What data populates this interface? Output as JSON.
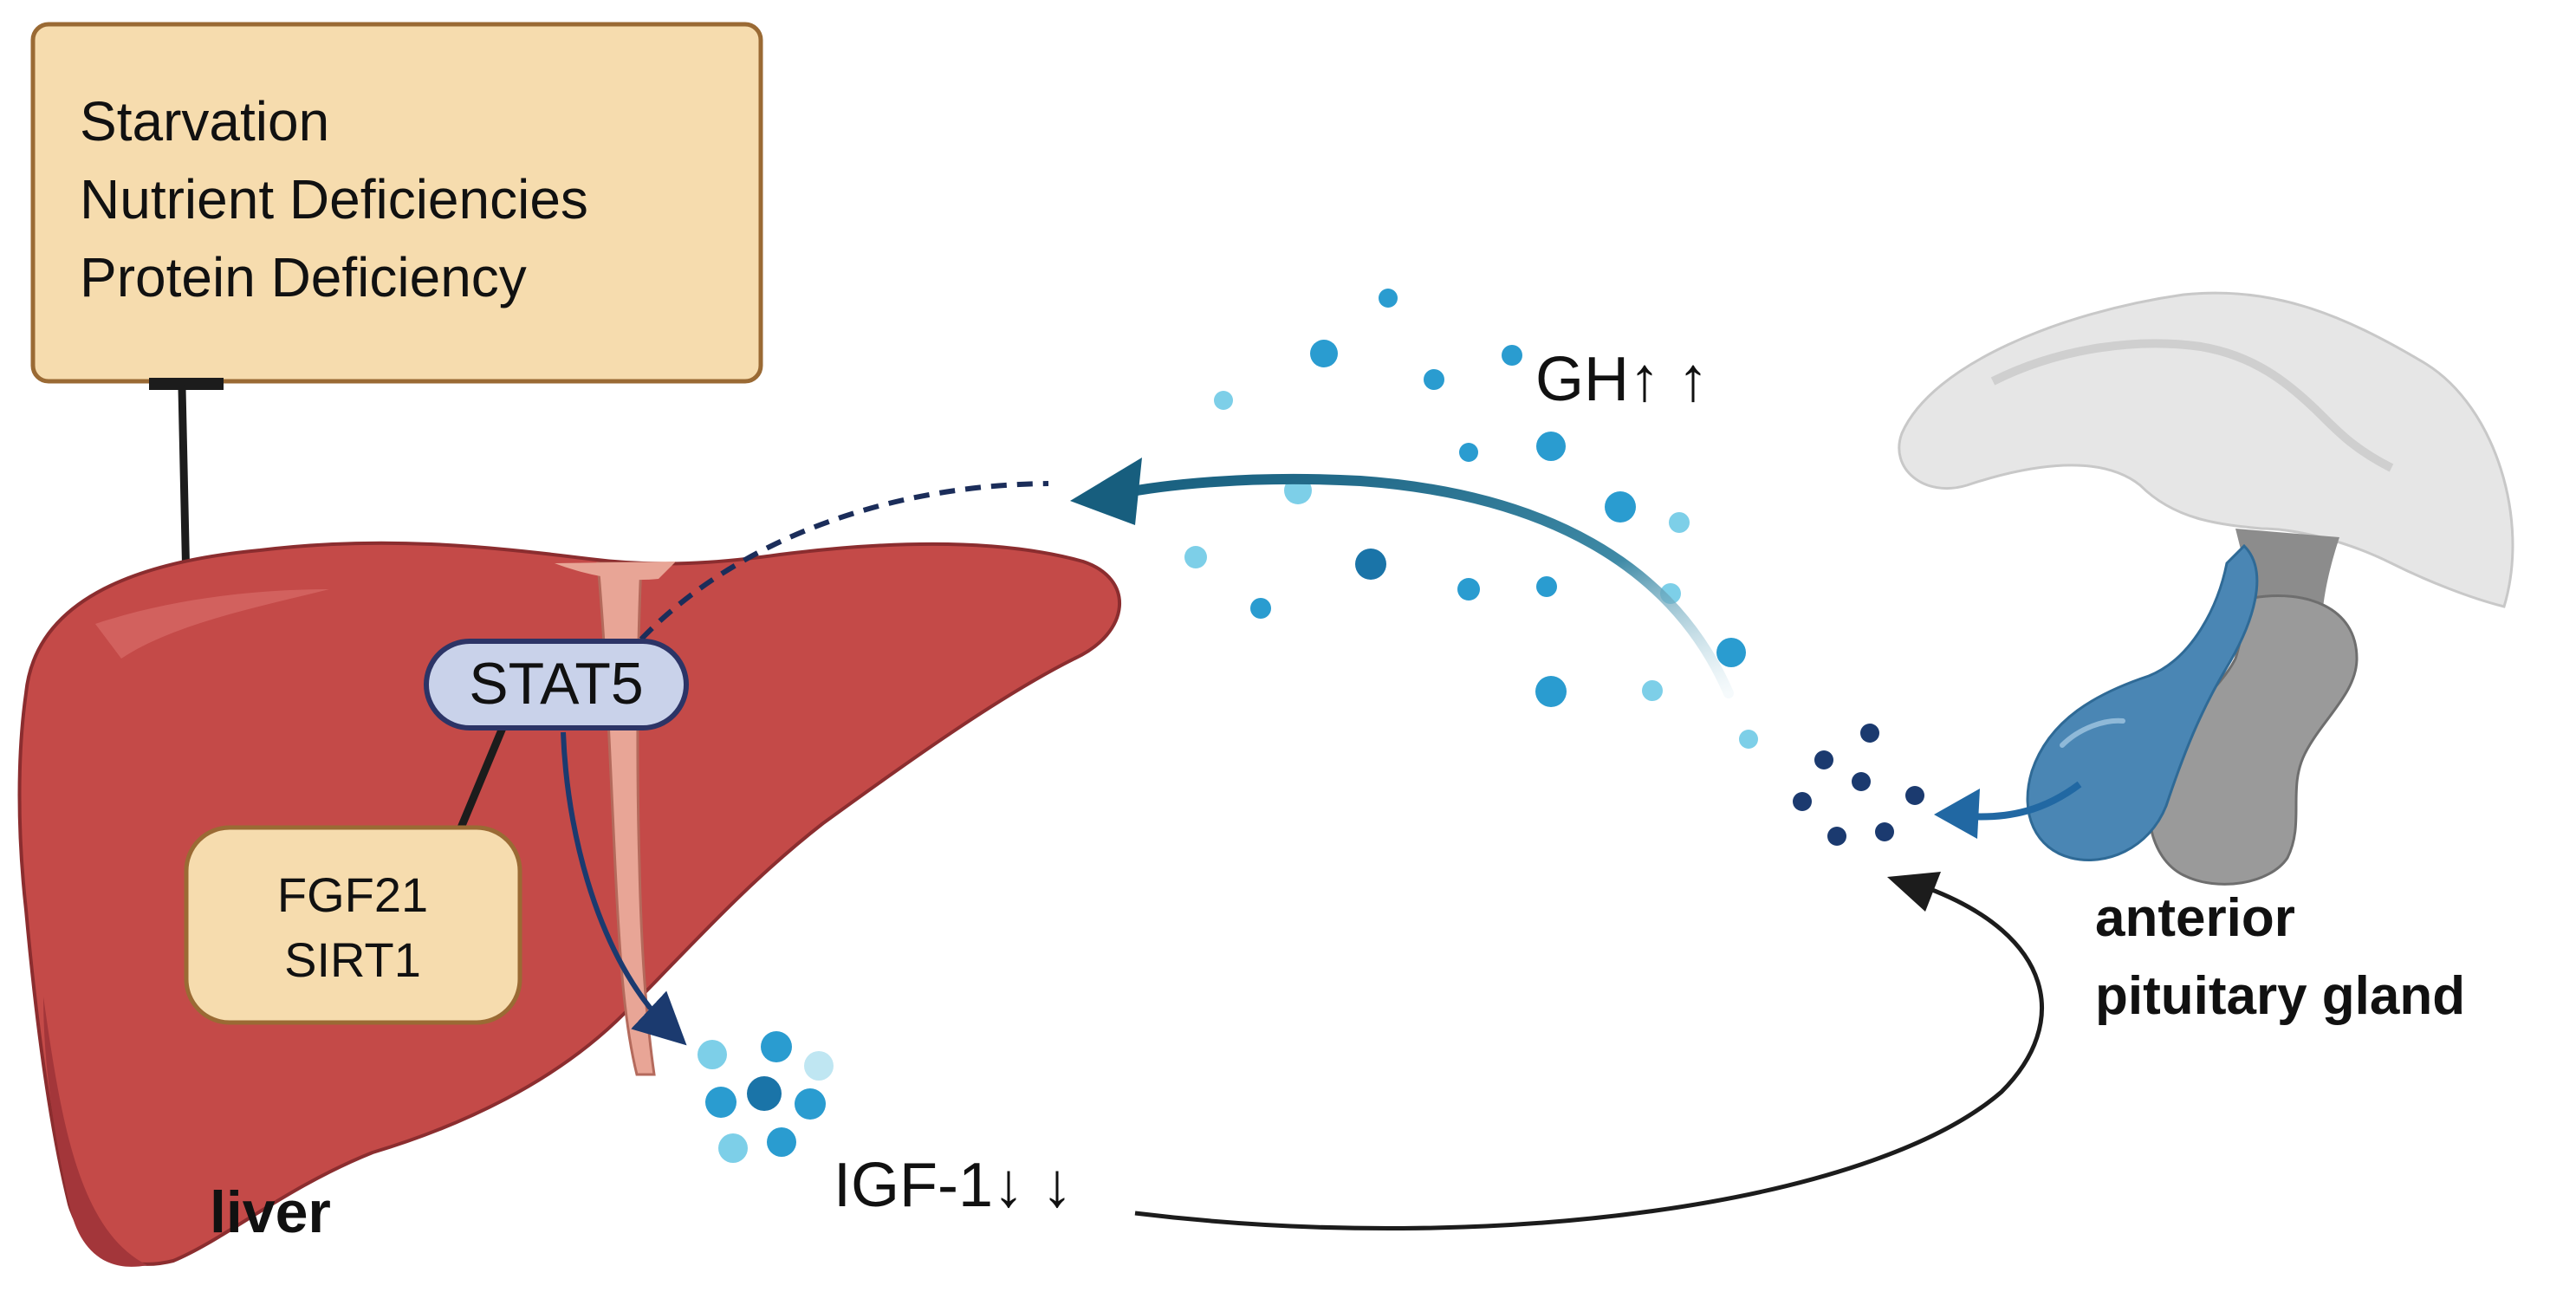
{
  "conditions_box": {
    "lines": [
      "Starvation",
      "Nutrient Deficiencies",
      "Protein Deficiency"
    ]
  },
  "stat5_label": "STAT5",
  "fgf_box": {
    "lines": [
      "FGF21",
      "SIRT1"
    ]
  },
  "gh_label": "GH↑ ↑",
  "igf_label": "IGF-1↓ ↓",
  "liver_label": "liver",
  "pituitary_label": [
    "anterior",
    "pituitary gland"
  ],
  "colors": {
    "box_fill": "#f6dcae",
    "box_stroke": "#9a6a34",
    "liver": "#c44a48",
    "liver_dark": "#a3363a",
    "stat5_fill": "#c9d2ea",
    "stat5_stroke": "#2c3466",
    "arrow_blue": "#175e7e",
    "navy": "#1b3a6f",
    "gland_blue": "#4a86b4",
    "gland_gray": "#9a9a9a"
  },
  "icons": [
    "liver-illustration",
    "pituitary-gland-illustration",
    "hormone-particles"
  ]
}
